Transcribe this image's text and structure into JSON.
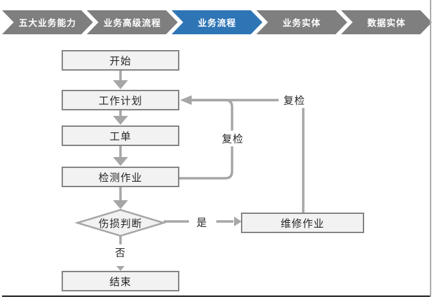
{
  "breadcrumb": {
    "items": [
      {
        "label": "五大业务能力",
        "active": false
      },
      {
        "label": "业务高级流程",
        "active": false
      },
      {
        "label": "业务流程",
        "active": true
      },
      {
        "label": "业务实体",
        "active": false
      },
      {
        "label": "数据实体",
        "active": false
      }
    ],
    "active_color": "#2E75B6",
    "inactive_color": "#7F7F7F"
  },
  "flowchart": {
    "nodes": [
      {
        "id": "start",
        "label": "开始",
        "shape": "rect"
      },
      {
        "id": "work-plan",
        "label": "工作计划",
        "shape": "rect"
      },
      {
        "id": "work-order",
        "label": "工单",
        "shape": "rect"
      },
      {
        "id": "inspection",
        "label": "检测作业",
        "shape": "rect"
      },
      {
        "id": "damage-decision",
        "label": "伤损判断",
        "shape": "diamond"
      },
      {
        "id": "repair",
        "label": "维修作业",
        "shape": "rect"
      },
      {
        "id": "end",
        "label": "结束",
        "shape": "rect"
      }
    ],
    "edge_labels": {
      "yes": "是",
      "no": "否",
      "recheck_inner": "复检",
      "recheck_outer": "复检"
    },
    "colors": {
      "node_fill": "#F2F2F2",
      "node_border": "#848484",
      "line": "#A6A6A6"
    }
  }
}
